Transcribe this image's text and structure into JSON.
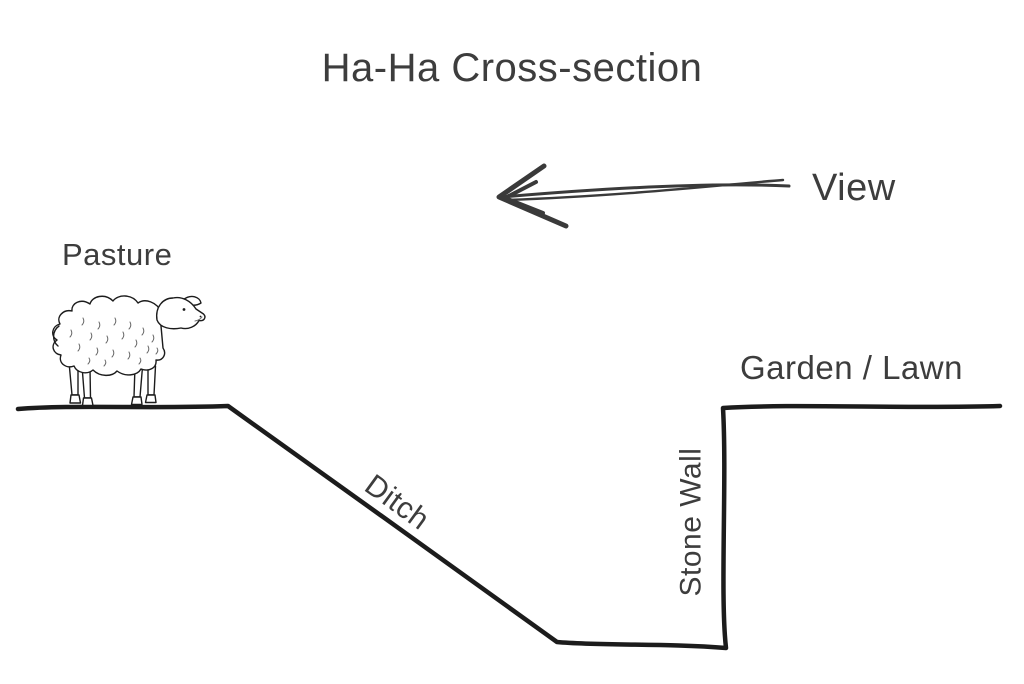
{
  "title": "Ha-Ha Cross-section",
  "labels": {
    "view": "View",
    "pasture": "Pasture",
    "garden_lawn": "Garden / Lawn",
    "ditch": "Ditch",
    "stone_wall": "Stone Wall"
  },
  "icons": {
    "view_arrow": "hand-drawn-left-arrow",
    "sheep": "sheep-line-drawing"
  },
  "colors": {
    "background": "#ffffff",
    "text": "#3d3d3d",
    "line": "#1c1c1c",
    "arrow": "#3a3a3a"
  }
}
